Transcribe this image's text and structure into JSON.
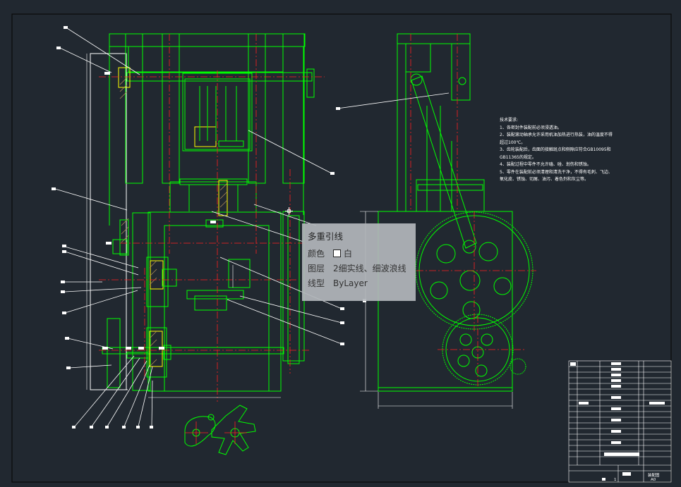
{
  "tooltip": {
    "title": "多重引线",
    "rows": [
      {
        "key": "颜色",
        "value": "白",
        "swatch": "#ffffff"
      },
      {
        "key": "图层",
        "value": "2细实线、细波浪线"
      },
      {
        "key": "线型",
        "value": "ByLayer"
      }
    ]
  },
  "notes": {
    "title": "技术要求:",
    "lines": [
      "1、各密封件装配前必须浸透油。",
      "2、装配滚动轴承允许采用机油加热进行热装，油的温度不得",
      "超过100℃。",
      "3、齿轮装配后，齿面的接触斑点和侧隙应符合GB10095和",
      "GB11365的规定。",
      "4、装配过程中零件不允许磕、碰、划伤和锈蚀。",
      "5、零件在装配前必须清理和清洗干净，不得有毛刺、飞边、",
      "氧化皮、锈蚀、切屑、油污、着色剂和灰尘等。"
    ]
  },
  "title_block": {
    "drawing_name": "装配图",
    "sheet_info": "1",
    "scale": "A0"
  },
  "colors": {
    "background": "#212830",
    "outline": "#00ff00",
    "centerline": "#ff2020",
    "leader": "#ffffff",
    "yellow": "#ffff00"
  }
}
